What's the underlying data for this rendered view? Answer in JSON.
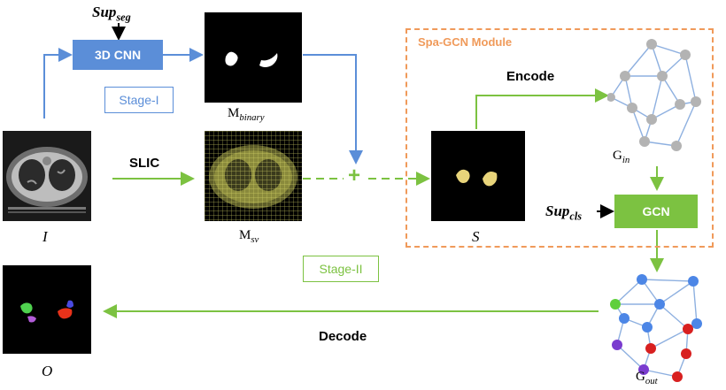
{
  "colors": {
    "blue": "#5b8ed8",
    "green": "#7cc241",
    "orange": "#f09a5a",
    "gray_node": "#b3b3b3",
    "graph_edge_blue": "#8eb0e0"
  },
  "top": {
    "sup_seg": {
      "base": "Sup",
      "sub": "seg"
    },
    "cnn_label": "3D CNN",
    "stage1_label": "Stage-I",
    "m_binary": {
      "base": "M",
      "sub": "binary"
    }
  },
  "middle": {
    "slic_label": "SLIC",
    "input_label": "I",
    "m_sv": {
      "base": "M",
      "sub": "sv"
    },
    "stage2_label": "Stage-II",
    "plus_sign": "+"
  },
  "module": {
    "title": "Spa-GCN Module",
    "encode_label": "Encode",
    "s_label": "S",
    "g_in": {
      "base": "G",
      "sub": "in"
    },
    "sup_cls": {
      "base": "Sup",
      "sub": "cls"
    },
    "gcn_label": "GCN"
  },
  "bottom": {
    "decode_label": "Decode",
    "output_label": "O",
    "g_out": {
      "base": "G",
      "sub": "out"
    }
  }
}
